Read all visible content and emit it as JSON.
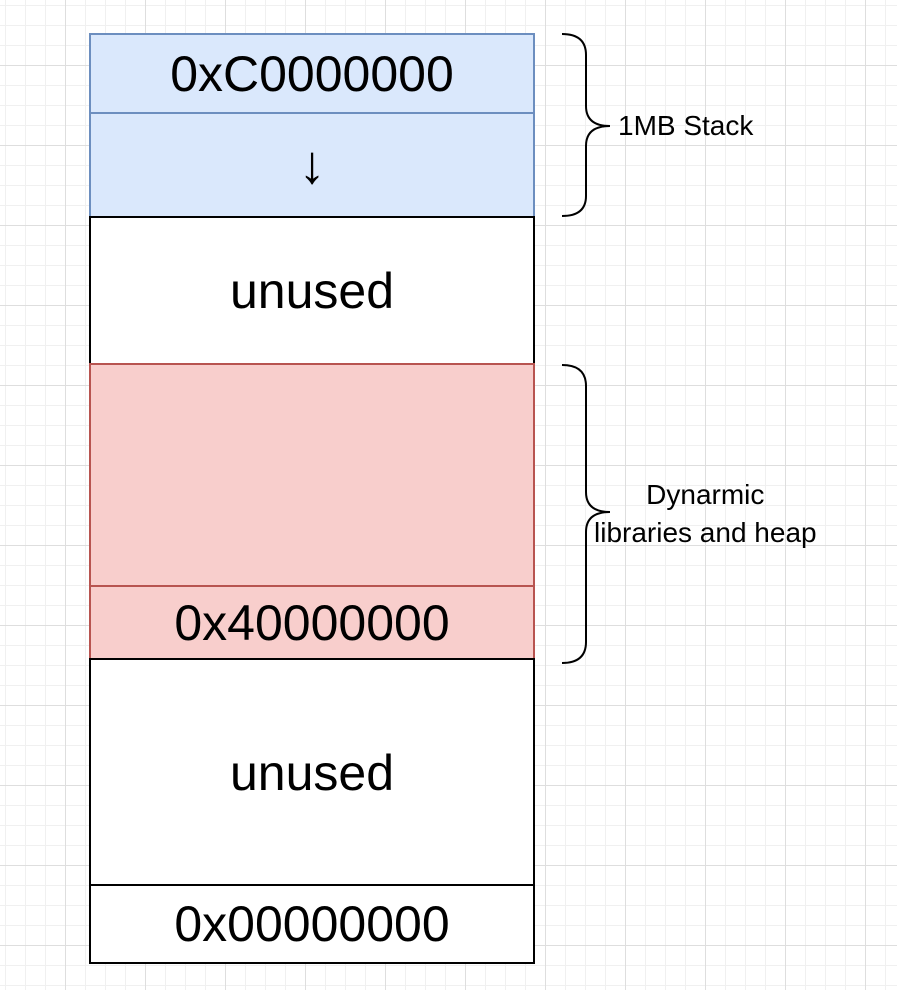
{
  "diagram": {
    "blocks": [
      {
        "id": "stack-top",
        "label": "0xC0000000",
        "region": "stack"
      },
      {
        "id": "stack-growth",
        "label": "↓",
        "region": "stack",
        "icon": "down-arrow-icon"
      },
      {
        "id": "unused-high",
        "label": "unused",
        "region": "unused"
      },
      {
        "id": "heap-body",
        "label": "",
        "region": "heap"
      },
      {
        "id": "heap-base",
        "label": "0x40000000",
        "region": "heap"
      },
      {
        "id": "unused-low",
        "label": "unused",
        "region": "unused"
      },
      {
        "id": "zero",
        "label": "0x00000000",
        "region": "bottom"
      }
    ],
    "braces": {
      "stack": {
        "label": "1MB Stack"
      },
      "heap": {
        "line1": "Dynarmic",
        "line2": "libraries and heap"
      }
    },
    "colors": {
      "stack_fill": "#dae8fc",
      "stack_border": "#6c8ebf",
      "heap_fill": "#f8cecc",
      "heap_border": "#b85450",
      "plain_fill": "#ffffff",
      "plain_border": "#000000"
    }
  }
}
